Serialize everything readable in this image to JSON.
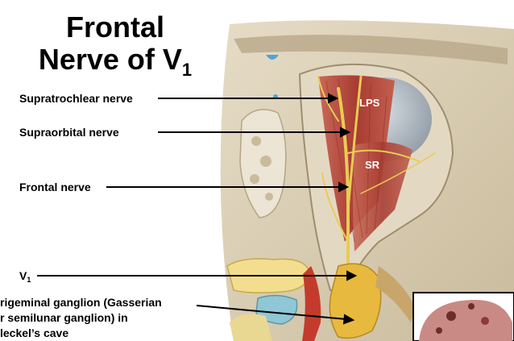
{
  "title": {
    "line1": "Frontal",
    "line2_main": "Nerve of V",
    "line2_sub": "1"
  },
  "labels": {
    "supratrochlear": "Supratrochlear nerve",
    "supraorbital": "Supraorbital nerve",
    "frontal": "Frontal nerve",
    "v1_main": "V",
    "v1_sub": "1",
    "ganglion_line1": "rigeminal ganglion (Gasserian",
    "ganglion_line2": "r semilunar ganglion) in",
    "ganglion_line3": "leckel’s cave"
  },
  "muscle_tags": {
    "lps": "LPS",
    "sr": "SR"
  },
  "colors": {
    "bone": "#d9cdb4",
    "muscle": "#b84a3e",
    "nerve": "#e8c44a",
    "arrow": "#000000"
  }
}
